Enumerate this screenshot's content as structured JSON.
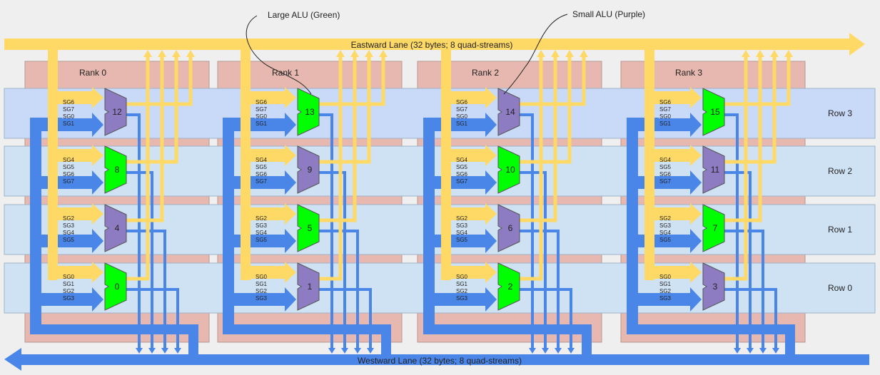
{
  "annotations": {
    "large_alu": "Large ALU (Green)",
    "small_alu": "Small ALU (Purple)"
  },
  "lanes": {
    "eastward": "Eastward Lane (32 bytes; 8 quad-streams)",
    "westward": "Westward Lane (32 bytes; 8 quad-streams)"
  },
  "ranks": [
    "Rank 0",
    "Rank 1",
    "Rank 2",
    "Rank 3"
  ],
  "rows": [
    "Row 3",
    "Row 2",
    "Row 1",
    "Row 0"
  ],
  "stream_labels": [
    [
      "SG6",
      "SG7",
      "SG0",
      "SG1"
    ],
    [
      "SG4",
      "SG5",
      "SG6",
      "SG7"
    ],
    [
      "SG2",
      "SG3",
      "SG4",
      "SG5"
    ],
    [
      "SG0",
      "SG1",
      "SG2",
      "SG3"
    ]
  ],
  "alus": [
    [
      "12",
      "13",
      "14",
      "15"
    ],
    [
      "8",
      "9",
      "10",
      "11"
    ],
    [
      "4",
      "5",
      "6",
      "7"
    ],
    [
      "0",
      "1",
      "2",
      "3"
    ]
  ],
  "alu_types": [
    [
      "small",
      "large",
      "small",
      "large"
    ],
    [
      "large",
      "small",
      "large",
      "small"
    ],
    [
      "small",
      "large",
      "small",
      "large"
    ],
    [
      "large",
      "small",
      "large",
      "small"
    ]
  ],
  "colors": {
    "background": "#efefef",
    "eastward_lane": "#ffd966",
    "westward_lane": "#4a86e8",
    "rank_fill": "#e6b8af",
    "row_fill": "#cfe2f3",
    "row3_fill": "#c9daf8",
    "large_alu": "#00ff00",
    "small_alu": "#8e7cc3"
  }
}
